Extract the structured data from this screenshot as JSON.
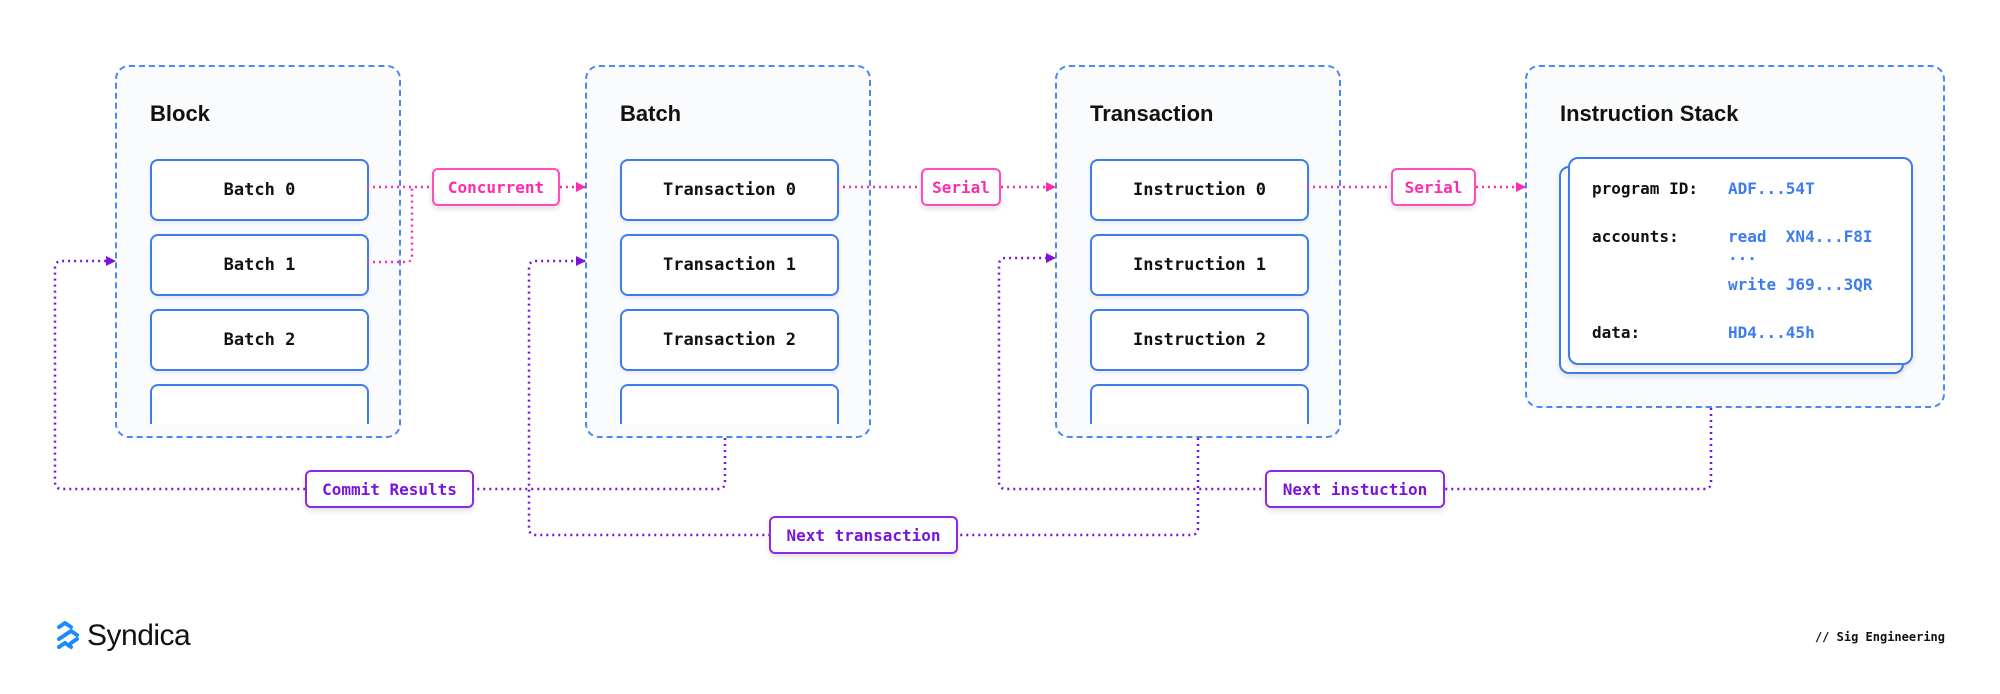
{
  "colors": {
    "blue": "#3d7cf0",
    "pink": "#ff2bad",
    "purple": "#7a14dc"
  },
  "stages": [
    {
      "title": "Block",
      "items": [
        "Batch 0",
        "Batch 1",
        "Batch 2"
      ]
    },
    {
      "title": "Batch",
      "items": [
        "Transaction 0",
        "Transaction 1",
        "Transaction 2"
      ]
    },
    {
      "title": "Transaction",
      "items": [
        "Instruction 0",
        "Instruction 1",
        "Instruction 2"
      ]
    },
    {
      "title": "Instruction Stack"
    }
  ],
  "instruction_card": {
    "program_id_label": "program ID:",
    "program_id": "ADF...54T",
    "accounts_label": "accounts:",
    "read": "read  XN4...F8I",
    "ellipsis": "...",
    "write": "write J69...3QR",
    "data_label": "data:",
    "data": "HD4...45h"
  },
  "connectors": {
    "concurrent": "Concurrent",
    "serial_1": "Serial",
    "serial_2": "Serial",
    "commit_results": "Commit Results",
    "next_transaction": "Next transaction",
    "next_instruction": "Next instuction"
  },
  "footer": {
    "brand": "Syndica",
    "tagline": "// Sig Engineering",
    "logo_icon": "syndica-logo-icon"
  }
}
